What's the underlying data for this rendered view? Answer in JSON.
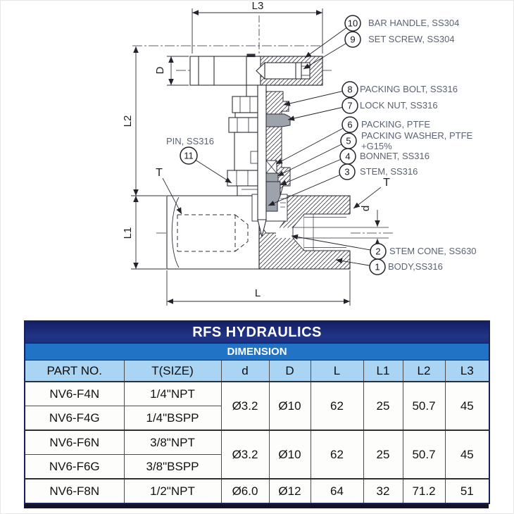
{
  "drawing": {
    "dims": {
      "l3": "L3",
      "d_big": "D",
      "l2": "L2",
      "l1": "L1",
      "l": "L",
      "d_small": "d",
      "t_left": "T",
      "t_right": "T"
    },
    "callouts": {
      "c10": {
        "num": "10",
        "label": "BAR HANDLE, SS304"
      },
      "c9": {
        "num": "9",
        "label": "SET SCREW, SS304"
      },
      "c8": {
        "num": "8",
        "label": "PACKING BOLT, SS316"
      },
      "c7": {
        "num": "7",
        "label": "LOCK NUT, SS316"
      },
      "c6": {
        "num": "6",
        "label": "PACKING, PTFE"
      },
      "c5": {
        "num": "5",
        "label": "PACKING WASHER, PTFE",
        "label2": "+G15%"
      },
      "c4": {
        "num": "4",
        "label": "BONNET, SS316"
      },
      "c3": {
        "num": "3",
        "label": "STEM, SS316"
      },
      "c2": {
        "num": "2",
        "label": "STEM CONE, SS630"
      },
      "c1": {
        "num": "1",
        "label": "BODY,SS316"
      },
      "c11": {
        "num": "11",
        "label": "PIN, SS316"
      }
    }
  },
  "table": {
    "title": "RFS HYDRAULICS",
    "subtitle": "DIMENSION",
    "headers": [
      "PART NO.",
      "T(SIZE)",
      "d",
      "D",
      "L",
      "L1",
      "L2",
      "L3"
    ],
    "groups": [
      {
        "parts": [
          {
            "part": "NV6-F4N",
            "size": "1/4\"NPT"
          },
          {
            "part": "NV6-F4G",
            "size": "1/4\"BSPP"
          }
        ],
        "d": "Ø3.2",
        "D": "Ø10",
        "L": "62",
        "L1": "25",
        "L2": "50.7",
        "L3": "45"
      },
      {
        "parts": [
          {
            "part": "NV6-F6N",
            "size": "3/8\"NPT"
          },
          {
            "part": "NV6-F6G",
            "size": "3/8\"BSPP"
          }
        ],
        "d": "Ø3.2",
        "D": "Ø10",
        "L": "62",
        "L1": "25",
        "L2": "50.7",
        "L3": "45"
      },
      {
        "parts": [
          {
            "part": "NV6-F8N",
            "size": "1/2\"NPT"
          }
        ],
        "d": "Ø6.0",
        "D": "Ø12",
        "L": "64",
        "L1": "32",
        "L2": "71.2",
        "L3": "51"
      }
    ],
    "colors": {
      "title_bg": "#1c2d7c",
      "subtitle_bg": "#2173c5",
      "header_bg": "#a9d4f3",
      "line_color": "#2e2e38",
      "label_color": "#5b6372"
    }
  }
}
